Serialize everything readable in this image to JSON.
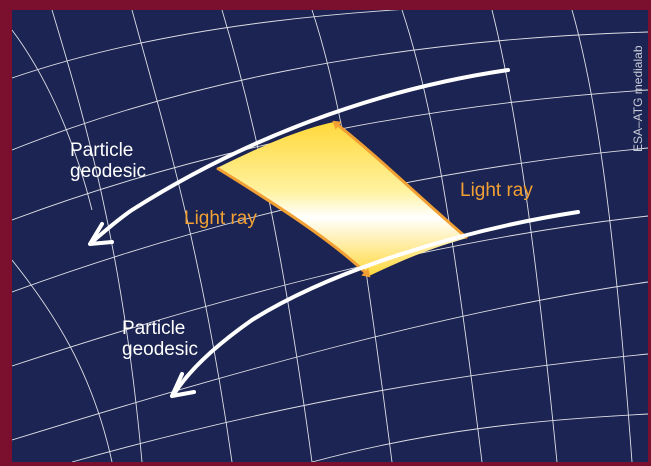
{
  "diagram": {
    "labels": {
      "particle_geodesic_upper": [
        "Particle",
        "geodesic"
      ],
      "particle_geodesic_lower": [
        "Particle",
        "geodesic"
      ],
      "light_ray_left": "Light ray",
      "light_ray_right": "Light ray"
    },
    "credit": "ESA–ATG medialab"
  },
  "colors": {
    "border": "#7a0f2e",
    "background": "#1b2452",
    "grid": "#ffffff",
    "geodesic": "#ffffff",
    "light_ray": "#f2a033",
    "band_highlight": "#ffd83a"
  }
}
